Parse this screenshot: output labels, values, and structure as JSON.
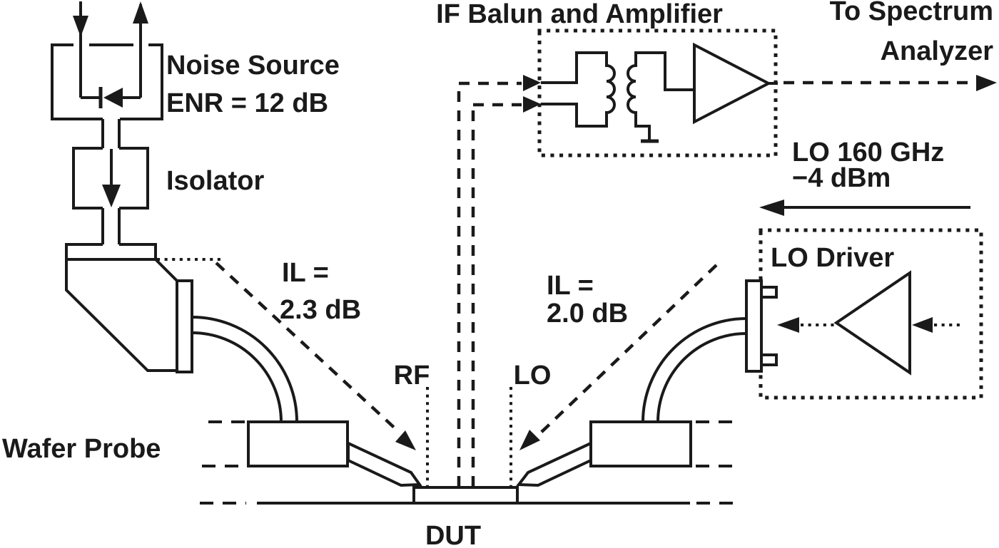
{
  "figure": {
    "type": "schematic-diagram",
    "description": "On-wafer mixer noise figure measurement setup",
    "background": "#ffffff",
    "ink": "#1a1a1a"
  },
  "labels": {
    "noise_source_line1": "Noise Source",
    "noise_source_line2": "ENR = 12 dB",
    "isolator": "Isolator",
    "wafer_probe": "Wafer Probe",
    "if_balun": "IF Balun and Amplifier",
    "spectrum_line1": "To Spectrum",
    "spectrum_line2": "Analyzer",
    "lo_signal_line1": "LO 160 GHz",
    "lo_signal_line2": "−4 dBm",
    "lo_driver": "LO Driver",
    "il_left_line1": "IL =",
    "il_left_line2": "2.3 dB",
    "il_right_line1": "IL =",
    "il_right_line2": "2.0 dB",
    "port_rf": "RF",
    "port_lo": "LO",
    "dut": "DUT"
  }
}
